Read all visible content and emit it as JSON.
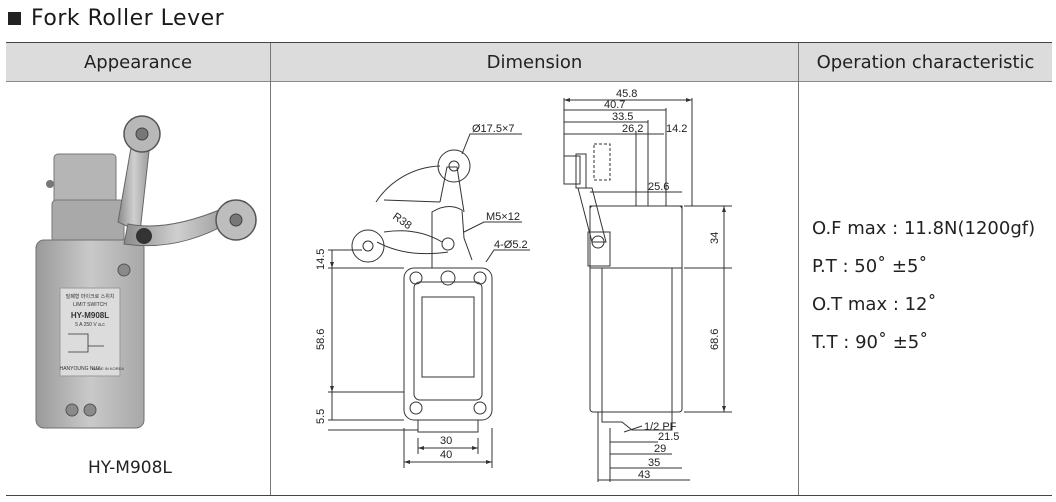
{
  "heading": {
    "title": "Fork Roller Lever"
  },
  "table": {
    "headers": {
      "appearance": "Appearance",
      "dimension": "Dimension",
      "operation": "Operation characteristic"
    },
    "appearance": {
      "model": "HY-M908L",
      "label_lines": [
        "밀폐형 마이크로 스위치",
        "LIMIT SWITCH",
        "HY-M908L",
        "5 A 250 V a.c",
        "HANYOUNG NUX",
        "MADE IN KOREA"
      ]
    },
    "dimension": {
      "front": {
        "roller_dia": "Ø17.5×7",
        "radius": "R38",
        "screw": "M5×12",
        "holes": "4-Ø5.2",
        "h_top": "14.5",
        "h_mid": "58.6",
        "h_bot": "5.5",
        "w_inner": "30",
        "w_outer": "40"
      },
      "side": {
        "top_dims": [
          "45.8",
          "40.7",
          "33.5",
          "26.2",
          "14.2"
        ],
        "depth_top": "25.6",
        "h_top": "34",
        "h_body": "68.6",
        "conduit": "1/2 PF",
        "bottom_dims": [
          "21.5",
          "29",
          "35",
          "43"
        ]
      }
    },
    "operation": {
      "lines": [
        "O.F max : 11.8N(1200gf)",
        "P.T : 50˚ ±5˚",
        "O.T max : 12˚",
        "T.T : 90˚ ±5˚"
      ]
    }
  }
}
